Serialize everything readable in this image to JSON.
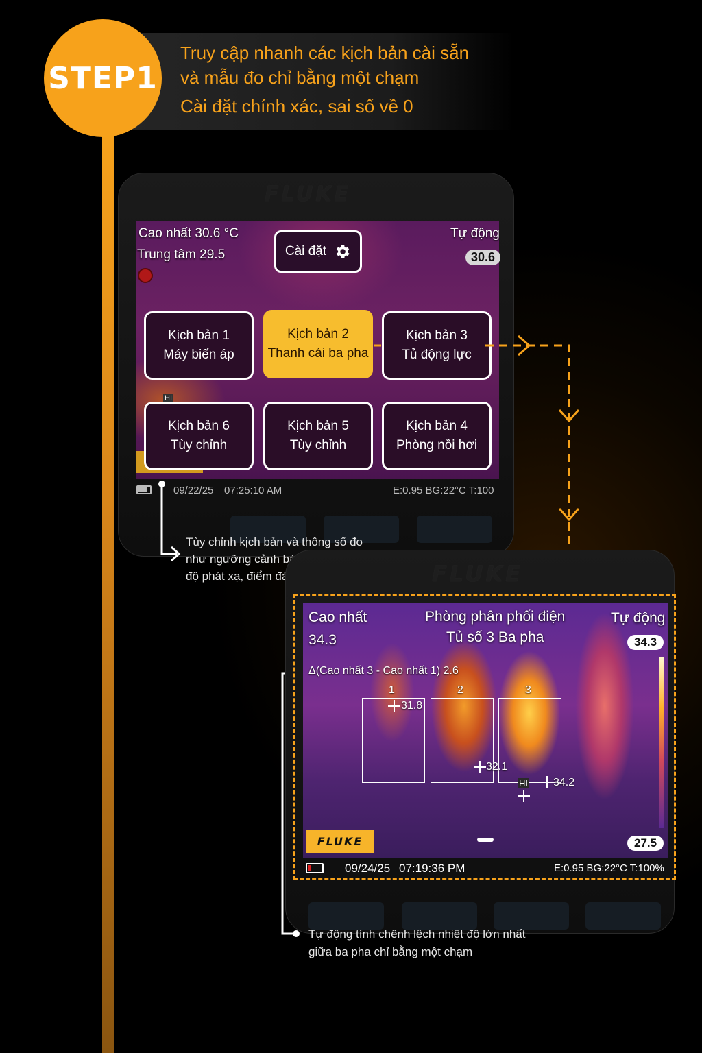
{
  "step": {
    "badge": "STEP1",
    "lines": [
      "Truy cập nhanh các kịch bản cài sẵn",
      "và mẫu đo chỉ bằng một chạm",
      "Cài đặt chính xác, sai số về 0"
    ]
  },
  "colors": {
    "accent": "#f7a21b",
    "active_tile": "#f7bd2e"
  },
  "device": {
    "brand": "FLUKE"
  },
  "screen1": {
    "max_label": "Cao nhất 30.6 °C",
    "center_label": "Trung tâm 29.5",
    "mode": "Tự động",
    "scale_top": "30.6",
    "settings_label": "Cài đặt",
    "settings_icon": "gear-icon",
    "marker": "HI",
    "tiles": [
      {
        "line1": "Kịch bản 1",
        "line2": "Máy biến áp"
      },
      {
        "line1": "Kịch bản 2",
        "line2": "Thanh cái ba pha"
      },
      {
        "line1": "Kịch bản 3",
        "line2": "Tủ động lực"
      },
      {
        "line1": "Kịch bản 6",
        "line2": "Tùy chỉnh"
      },
      {
        "line1": "Kịch bản 5",
        "line2": "Tùy chỉnh"
      },
      {
        "line1": "Kịch bản 4",
        "line2": "Phòng nồi hơi"
      }
    ],
    "status": {
      "date": "09/22/25",
      "time": "07:25:10 AM",
      "params": "E:0.95  BG:22°C  T:100"
    }
  },
  "note1": [
    "Tùy chỉnh kịch bản và thông số đo",
    "như ngưỡng cảnh báo, nhiệt độ môi trường,",
    "độ phát xạ, điểm đánh dấu và nhiều mục khác"
  ],
  "screen2": {
    "max_label": "Cao nhất",
    "max_value": "34.3",
    "title1": "Phòng phân phối điện",
    "title2": "Tủ số 3 Ba pha",
    "mode": "Tự động",
    "scale_top": "34.3",
    "scale_bottom": "27.5",
    "delta": "Δ(Cao nhất 3 - Cao nhất 1) 2.6",
    "rois": [
      {
        "label": "1",
        "reading": "31.8"
      },
      {
        "label": "2",
        "reading": "32.1"
      },
      {
        "label": "3",
        "reading": "34.2"
      }
    ],
    "marker": "HI",
    "logo": "FLUKE",
    "status": {
      "date": "09/24/25",
      "time": "07:19:36 PM",
      "params": "E:0.95  BG:22°C  T:100%"
    }
  },
  "note2": [
    "Tự động tính chênh lệch nhiệt độ lớn nhất",
    "giữa ba pha chỉ bằng một chạm"
  ]
}
